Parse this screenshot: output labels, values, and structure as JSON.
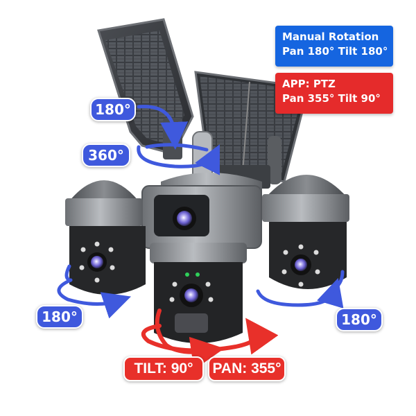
{
  "colors": {
    "blue": "#1565e0",
    "red": "#e52b2b",
    "arrow_blue": "#3f59dd",
    "arrow_red": "#e8302a",
    "body_dark": "#2b2b2b",
    "body_silver": "#8d8f92",
    "lens_purple": "#7b6fd4"
  },
  "callouts": {
    "manual": {
      "line1": "Manual Rotation",
      "line2": "Pan 180° Tilt 180°"
    },
    "app": {
      "line1": "APP: PTZ",
      "line2": "Pan 355° Tilt 90°"
    }
  },
  "labels": {
    "panel_tilt": "180°",
    "panel_rotate": "360°",
    "left_camera": "180°",
    "right_camera": "180°",
    "tilt": "TILT: 90°",
    "pan": "PAN: 355°"
  }
}
